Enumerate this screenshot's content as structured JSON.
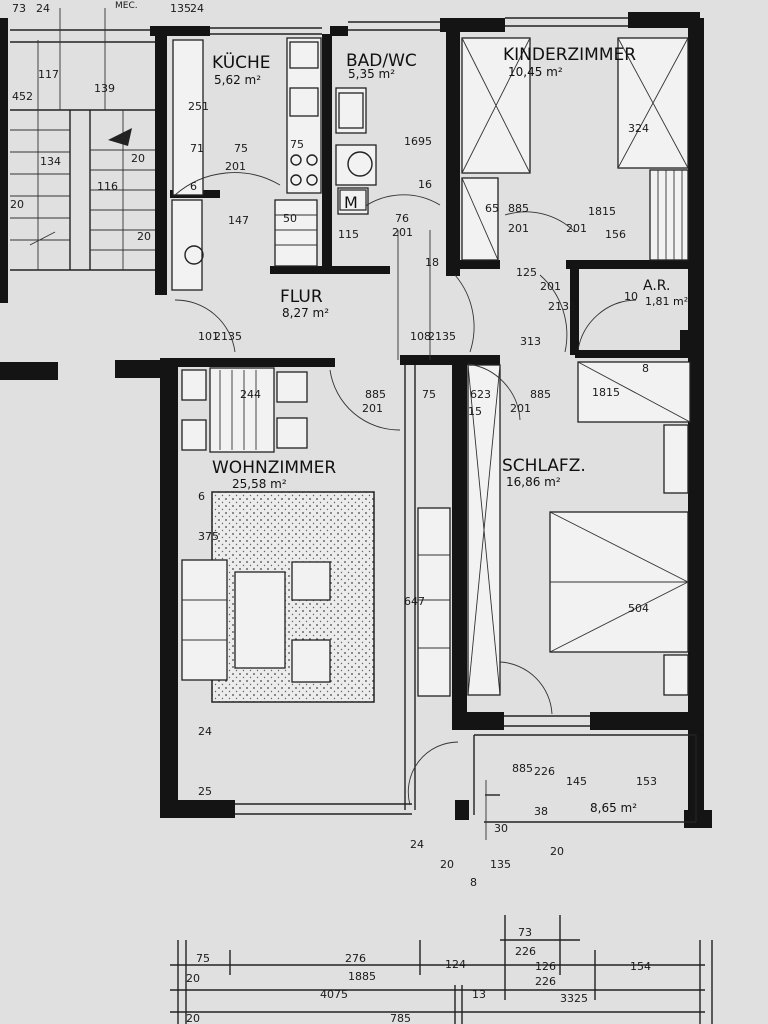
{
  "rooms": {
    "kueche": {
      "name": "KÜCHE",
      "area": "5,62 m²"
    },
    "bad": {
      "name": "BAD/WC",
      "area": "5,35 m²"
    },
    "kinderzimmer": {
      "name": "KINDERZIMMER",
      "area": "10,45 m²"
    },
    "flur": {
      "name": "FLUR",
      "area": "8,27 m²"
    },
    "abstellraum": {
      "name": "A.R.",
      "area": "1,81 m²"
    },
    "wohnzimmer": {
      "name": "WOHNZIMMER",
      "area": "25,58 m²"
    },
    "schlafzimmer": {
      "name": "SCHLAFZ.",
      "area": "16,86 m²"
    },
    "balkon": {
      "area": "8,65 m²"
    }
  },
  "labels": {
    "m_symbol": "M",
    "top_corner": "MEC."
  },
  "dimensions": {
    "top_left": [
      "73",
      "24",
      "135",
      "24"
    ],
    "stair_left": [
      "452",
      "117",
      "139",
      "20",
      "134",
      "116",
      "20",
      "20"
    ],
    "kitchen": [
      "251",
      "71",
      "201",
      "6",
      "147",
      "50",
      "75",
      "75"
    ],
    "bath": [
      "1695",
      "16",
      "76",
      "201",
      "115"
    ],
    "hall": [
      "101",
      "2135",
      "108",
      "2135",
      "18",
      "885",
      "201",
      "2135"
    ],
    "kids": [
      "885",
      "201",
      "65",
      "1815",
      "156",
      "324",
      "125",
      "201"
    ],
    "ar": [
      "10",
      "313"
    ],
    "living": [
      "244",
      "885",
      "201",
      "75",
      "375",
      "6",
      "24",
      "25",
      "647"
    ],
    "bed": [
      "623",
      "885",
      "15",
      "201",
      "1815",
      "504",
      "8"
    ],
    "balcony": [
      "885",
      "226",
      "145",
      "153",
      "38",
      "30",
      "24",
      "20",
      "8",
      "135",
      "20"
    ],
    "bottom_chain_1": [
      "75",
      "276",
      "124",
      "73",
      "226"
    ],
    "bottom_chain_2": [
      "20",
      "1885",
      "126",
      "154",
      "226"
    ],
    "bottom_chain_3": [
      "4075",
      "13",
      "3325"
    ],
    "bottom_chain_4": [
      "20",
      "785"
    ]
  }
}
